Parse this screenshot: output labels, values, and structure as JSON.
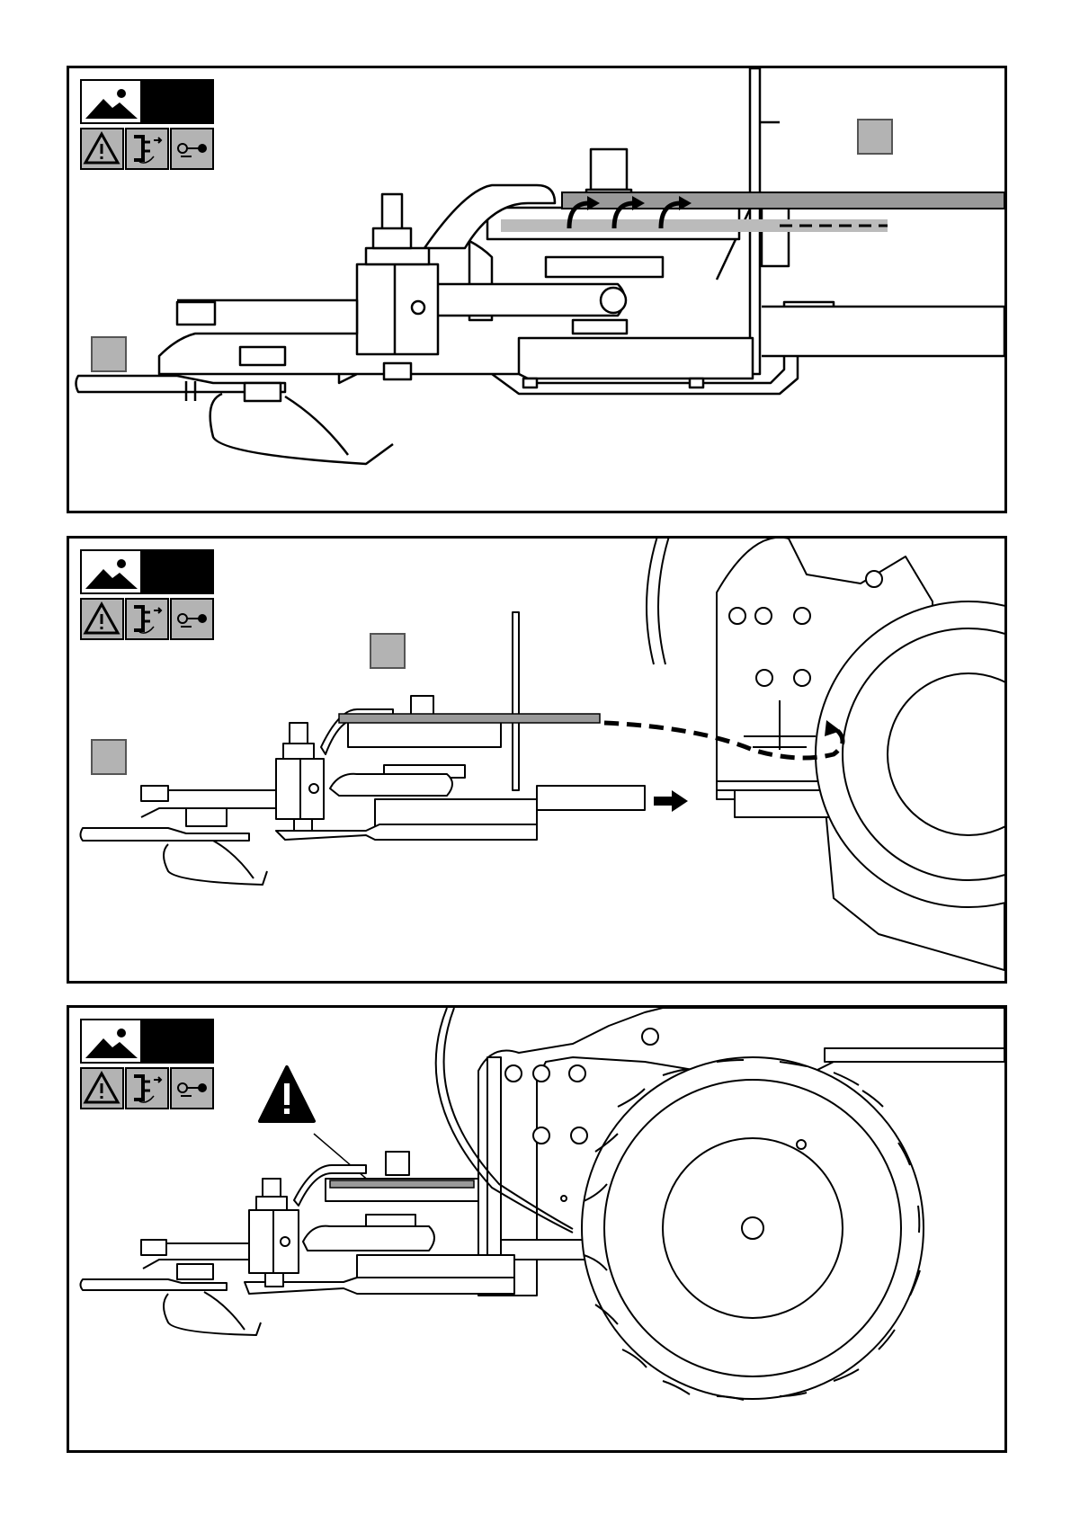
{
  "panels": [
    {
      "id": 1,
      "content": "drive-pulley-assembly-with-belt"
    },
    {
      "id": 2,
      "content": "belt-routing-to-engine-pulley"
    },
    {
      "id": 3,
      "content": "assembly-installed-with-warning"
    }
  ],
  "badge_icons": [
    "landscape-icon",
    "warning-icon",
    "disconnect-spark-plug-icon",
    "remove-key-icon"
  ],
  "colors": {
    "frame": "#000000",
    "marker_grey": "#b3b3b3",
    "belt_grey": "#999999",
    "background": "#ffffff"
  }
}
